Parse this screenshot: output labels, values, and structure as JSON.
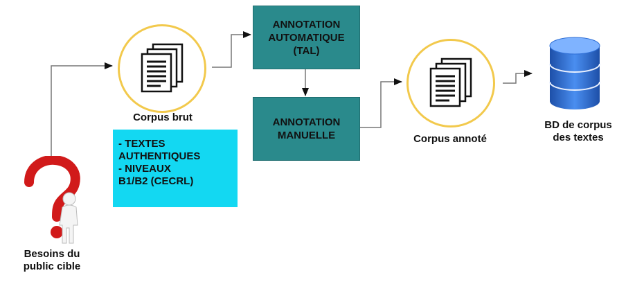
{
  "nodes": {
    "needs": {
      "label_line1": "Besoins du",
      "label_line2": "public cible",
      "icon": "question-person-icon"
    },
    "raw_corpus": {
      "label": "Corpus brut",
      "icon": "documents-icon"
    },
    "criteria_box": {
      "lines": [
        "- TEXTES",
        "AUTHENTIQUES",
        "- NIVEAUX",
        "B1/B2 (CECRL)"
      ],
      "color": "#13d8f2"
    },
    "auto_annotation": {
      "lines": [
        "ANNOTATION",
        "AUTOMATIQUE",
        "(TAL)"
      ],
      "color": "#2a8a8c"
    },
    "manual_annotation": {
      "lines": [
        "ANNOTATION",
        "MANUELLE"
      ],
      "color": "#2a8a8c"
    },
    "annotated_corpus": {
      "label": "Corpus annoté",
      "icon": "documents-icon"
    },
    "database": {
      "label_line1": "BD de corpus",
      "label_line2": "des textes",
      "icon": "database-icon"
    }
  },
  "colors": {
    "ring": "#f2c94c",
    "arrow": "#222222",
    "db": "#2f6fd6"
  }
}
